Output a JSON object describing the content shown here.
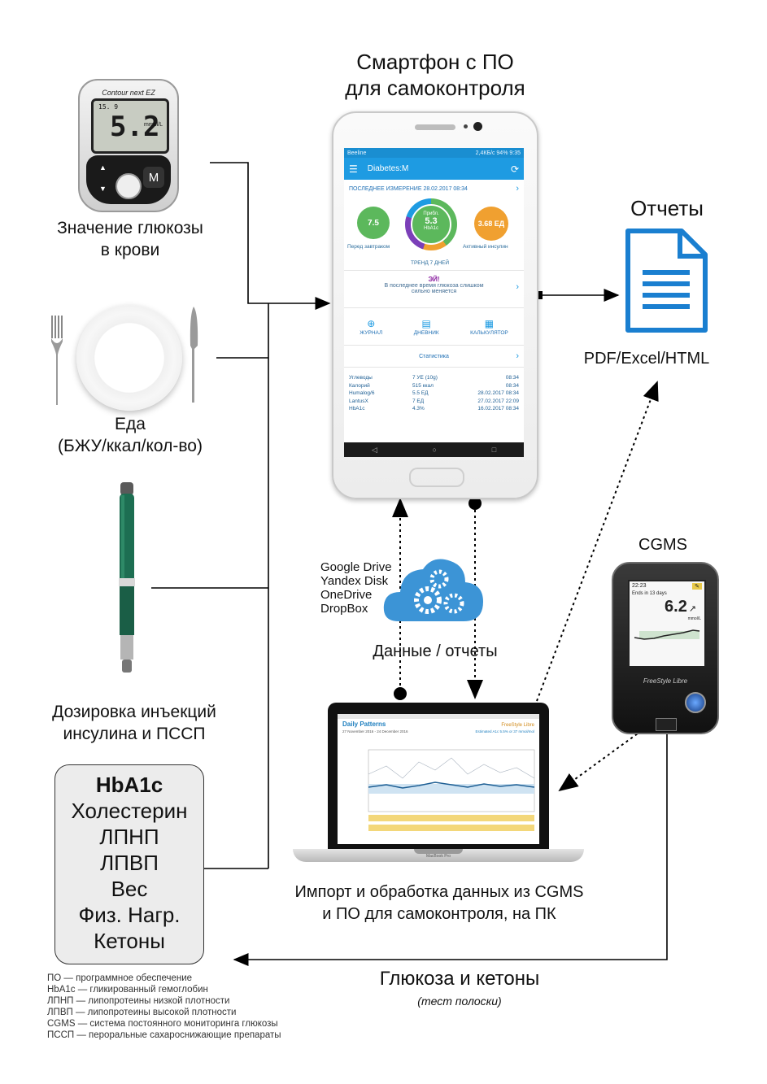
{
  "phone_section": {
    "title_line1": "Смартфон с ПО",
    "title_line2": "для самоконтроля"
  },
  "glucometer": {
    "caption_line1": "Значение глюкозы",
    "caption_line2": "в крови",
    "brand": "Contour next EZ",
    "display_value": "5.2",
    "display_small": "15. 9",
    "display_unit": "mmol/L",
    "button_label": "M"
  },
  "food": {
    "caption_line1": "Еда",
    "caption_line2": "(БЖУ/ккал/кол-во)"
  },
  "insulin": {
    "caption_line1": "Дозировка инъекций",
    "caption_line2": "инсулина и ПССП"
  },
  "infobox": {
    "items": [
      "HbA1c",
      "Холестерин",
      "ЛПНП",
      "ЛПВП",
      "Вес",
      "Физ. Нагр.",
      "Кетоны"
    ]
  },
  "reports": {
    "title": "Отчеты",
    "formats": "PDF/Excel/HTML"
  },
  "cloud": {
    "services": [
      "Google Drive",
      "Yandex Disk",
      "OneDrive",
      "DropBox"
    ],
    "label": "Данные / отчеты"
  },
  "cgms": {
    "title": "CGMS",
    "screen_time": "22:23",
    "screen_note": "Ends in 13 days",
    "screen_value": "6.2",
    "screen_unit": "mmol/L",
    "brand": "FreeStyle Libre"
  },
  "pc": {
    "caption_line1": "Импорт и обработка данных из CGMS",
    "caption_line2": "и ПО для самоконтроля, на ПК"
  },
  "bottom_arrow": {
    "label": "Глюкоза и кетоны",
    "sublabel": "(тест полоски)"
  },
  "app": {
    "status_left": "Beeline",
    "status_right": "2,4КБ/с 94% 9:35",
    "title": "Diabetes:M",
    "last_measure": "ПОСЛЕДНЕЕ ИЗМЕРЕНИЕ 28.02.2017 08:34",
    "circle_left_value": "7.5",
    "circle_left_label": "Перед завтраком",
    "circle_center_top": "Прибл.",
    "circle_center_value": "5.3",
    "circle_center_bottom": "HbA1c",
    "circle_right_value": "3.68 ЕД",
    "circle_right_label": "Активный инсулин",
    "trend_label": "ТРЕНД 7 ДНЕЙ",
    "warn_title": "ЭЙ!",
    "warn_line1": "В последнее время глюкоза слишком",
    "warn_line2": "сильно меняется",
    "actions": [
      "ЖУРНАЛ",
      "ДНЕВНИК",
      "КАЛЬКУЛЯТОР"
    ],
    "stats_label": "Статистика",
    "stats": [
      [
        "Углеводы",
        "7 УЕ (10g)",
        "08:34"
      ],
      [
        "Калорий",
        "515 ккал",
        "08:34"
      ],
      [
        "Humalog/6",
        "5.5 ЕД",
        "28.02.2017 08:34"
      ],
      [
        "LantusX",
        "7 ЕД",
        "27.02.2017 22:09"
      ],
      [
        "HbA1c",
        "4.3%",
        "16.02.2017 08:34"
      ]
    ]
  },
  "laptop": {
    "report_title": "Daily Patterns",
    "report_dates": "27 November 2016 - 24 December 2016",
    "report_a1c": "Estimated A1c 5.5% or 37 mmol/mol",
    "report_brand": "FreeStyle Libre",
    "base_label": "MacBook Pro"
  },
  "legend": [
    "ПО — программное обеспечение",
    "HbA1c — гликированный гемоглобин",
    "ЛПНП — липопротеины низкой плотности",
    "ЛПВП — липопротеины высокой плотности",
    "CGMS — система постоянного мониторинга глюкозы",
    "ПССП — пероральные сахароснижающие препараты"
  ],
  "colors": {
    "app_blue": "#1e9be2",
    "doc_blue": "#1a7fd0",
    "pen_green": "#1d6e52",
    "cloud_blue": "#3c94d6",
    "lime": "#5cb85c"
  }
}
